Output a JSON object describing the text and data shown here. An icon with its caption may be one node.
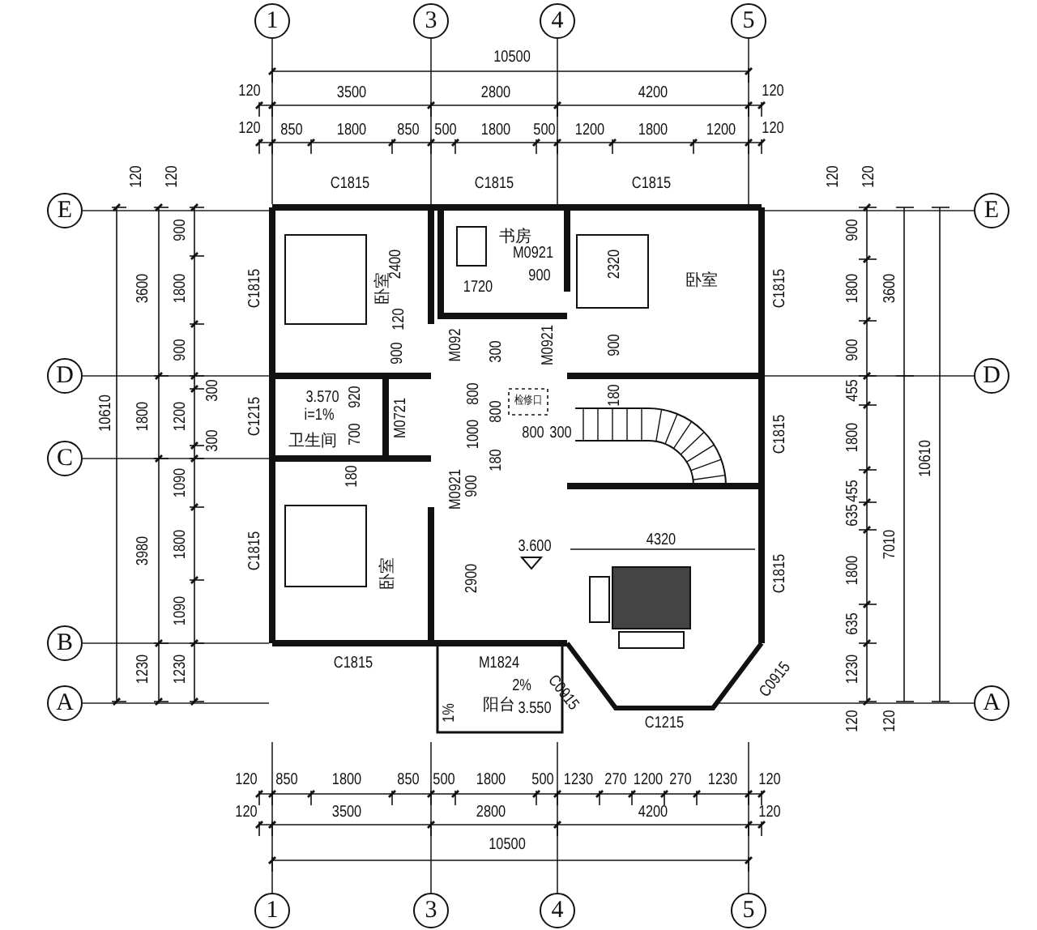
{
  "diagram": {
    "nodes": [
      {
        "text": [
          "1"
        ]
      },
      {
        "text": [
          "3"
        ]
      },
      {
        "text": [
          "4"
        ]
      },
      {
        "text": [
          "5"
        ]
      },
      {
        "text": [
          "E"
        ]
      },
      {
        "text": [
          "E"
        ]
      },
      {
        "text": [
          "D"
        ]
      },
      {
        "text": [
          "D"
        ]
      },
      {
        "text": [
          "C"
        ]
      },
      {
        "text": [
          "B"
        ]
      },
      {
        "text": [
          "A"
        ]
      },
      {
        "text": [
          "A"
        ]
      },
      {
        "text": [
          "1"
        ]
      },
      {
        "text": [
          "3"
        ]
      },
      {
        "text": [
          "4"
        ]
      },
      {
        "text": [
          "5"
        ]
      }
    ],
    "labels": [
      "10500",
      "120",
      "3500",
      "2800",
      "4200",
      "120",
      "120",
      "850",
      "1800",
      "850",
      "500",
      "1800",
      "500",
      "1200",
      "1800",
      "1200",
      "120",
      "120",
      "120",
      "C1815",
      "C1815",
      "C1815",
      "120",
      "120",
      "900",
      "书房",
      "900",
      "M0921",
      "2400",
      "2320",
      "3600",
      "1800",
      "C1815",
      "卧室",
      "1720",
      "900",
      "卧室",
      "C1815",
      "1800",
      "3600",
      "120",
      "900",
      "900",
      "M092",
      "300",
      "M0921",
      "900",
      "900",
      "300",
      "3.570",
      "920",
      "800",
      "检修口",
      "180",
      "455",
      "10610",
      "1800",
      "1200",
      "C1215",
      "i=1%",
      "M0721",
      "800",
      "300",
      "卫生间",
      "700",
      "1000",
      "800",
      "300",
      "C1815",
      "1800",
      "180",
      "10610",
      "1090",
      "180",
      "M0921",
      "900",
      "455",
      "635",
      "3980",
      "1800",
      "C1815",
      "3.600",
      "4320",
      "7010",
      "卧室",
      "2900",
      "C1815",
      "1800",
      "1090",
      "635",
      "1230",
      "1230",
      "C1815",
      "M1824",
      "1230",
      "2%",
      "C0915",
      "C0915",
      "1%",
      "阳台",
      "3.550",
      "C1215",
      "120",
      "120",
      "120",
      "850",
      "1800",
      "850",
      "500",
      "1800",
      "500",
      "1230",
      "270",
      "1200",
      "270",
      "1230",
      "120",
      "120",
      "3500",
      "2800",
      "4200",
      "120",
      "10500"
    ]
  }
}
